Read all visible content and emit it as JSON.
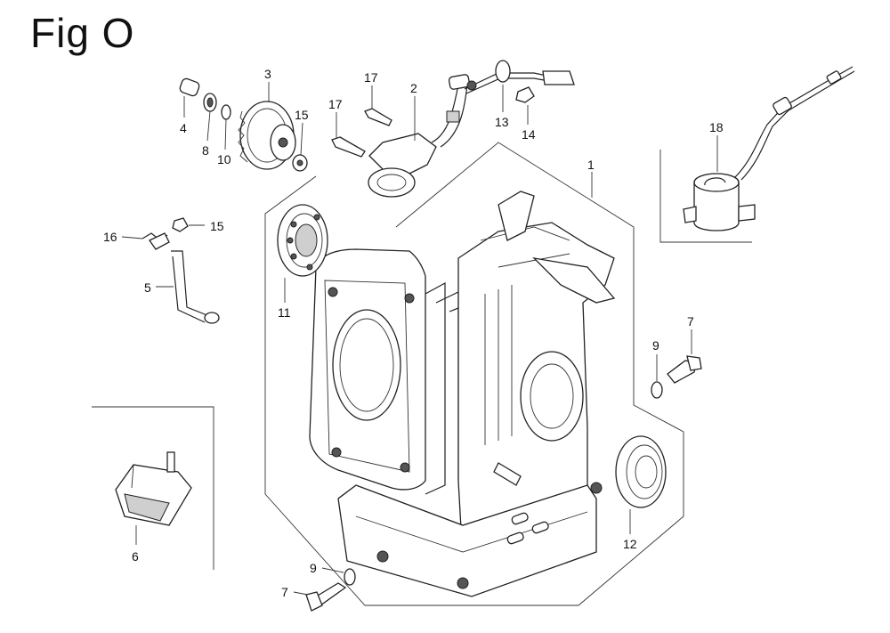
{
  "title": "Fig O",
  "callouts": {
    "c1": "1",
    "c2": "2",
    "c3": "3",
    "c4": "4",
    "c5": "5",
    "c6": "6",
    "c7a": "7",
    "c7b": "7",
    "c8": "8",
    "c9a": "9",
    "c9b": "9",
    "c10": "10",
    "c11": "11",
    "c12": "12",
    "c13": "13",
    "c14": "14",
    "c15a": "15",
    "c15b": "15",
    "c16": "16",
    "c17a": "17",
    "c17b": "17",
    "c18": "18"
  }
}
